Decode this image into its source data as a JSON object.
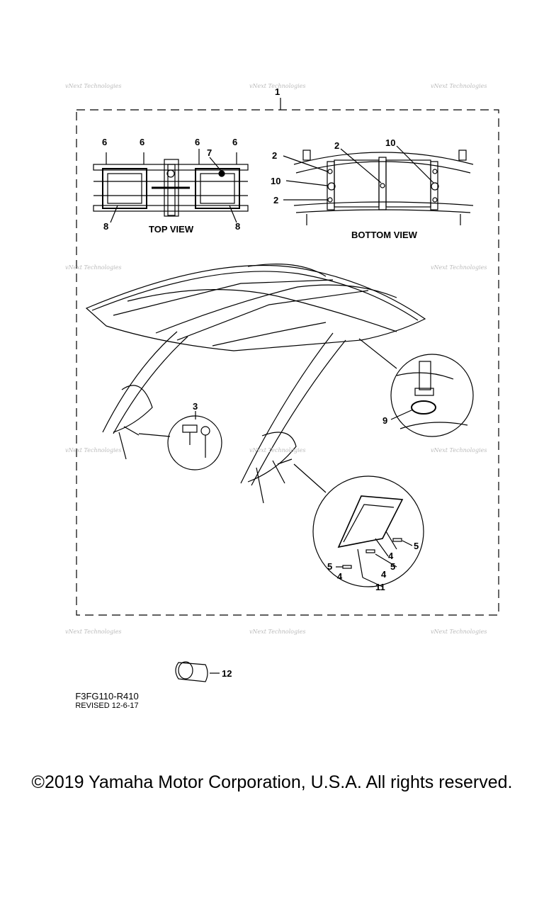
{
  "watermark": "vNext Technologies",
  "views": {
    "top_view_label": "TOP VIEW",
    "bottom_view_label": "BOTTOM VIEW"
  },
  "callouts": {
    "c1": "1",
    "c2": "2",
    "c3": "3",
    "c4": "4",
    "c5": "5",
    "c6": "6",
    "c7": "7",
    "c8": "8",
    "c9": "9",
    "c10": "10",
    "c11": "11",
    "c12": "12"
  },
  "footer": {
    "drawing_code": "F3FG110-R410",
    "revised": "REVISED 12-6-17",
    "copyright": "©2019 Yamaha Motor Corporation, U.S.A. All rights reserved."
  }
}
